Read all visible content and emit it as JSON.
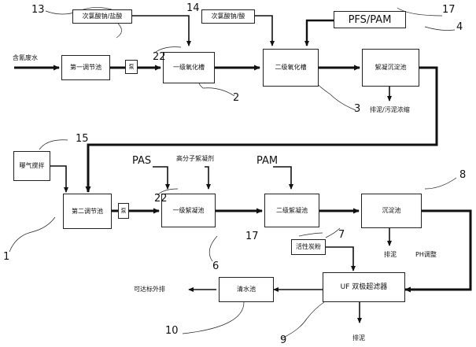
{
  "boxes": {
    "b_reagent1": "次氯酸钠/盐酸",
    "b_reagent2": "次氯酸钠/酸",
    "b_reagent3": "PFS/PAM",
    "b_pump_pool1": "第一调节池",
    "b_pump1": "泵",
    "b_oxid1": "一级氧化槽",
    "b_oxid2": "二级氧化槽",
    "b_sed1": "絮凝沉淀池",
    "b_aerate": "曝气搅拌",
    "b_pool2": "第二调节池",
    "b_pump2": "泵",
    "b_coag1": "一级絮凝池",
    "b_coag2": "二级絮凝池",
    "b_sed2": "沉淀池",
    "b_carbon": "活性炭粉",
    "b_clean": "清水池",
    "b_uf": "UF 双极超滤器"
  },
  "labels": {
    "input": "含氰废水",
    "sludge1": "排泥/污泥浓缩",
    "pas": "PAS",
    "hmp": "高分子絮凝剂",
    "pam": "PAM",
    "ph": "PH调整",
    "sludge2": "排泥",
    "discharge": "可达标外排",
    "sludge3": "排泥"
  },
  "numbers": {
    "n13": "13",
    "n14": "14",
    "n17a": "17",
    "n2": "2",
    "n3": "3",
    "n4": "4",
    "n15": "15",
    "n1": "1",
    "n22a": "22",
    "n22b": "22",
    "n6": "6",
    "n7": "7",
    "n8": "8",
    "n17b": "17",
    "n10": "10",
    "n9": "9"
  }
}
